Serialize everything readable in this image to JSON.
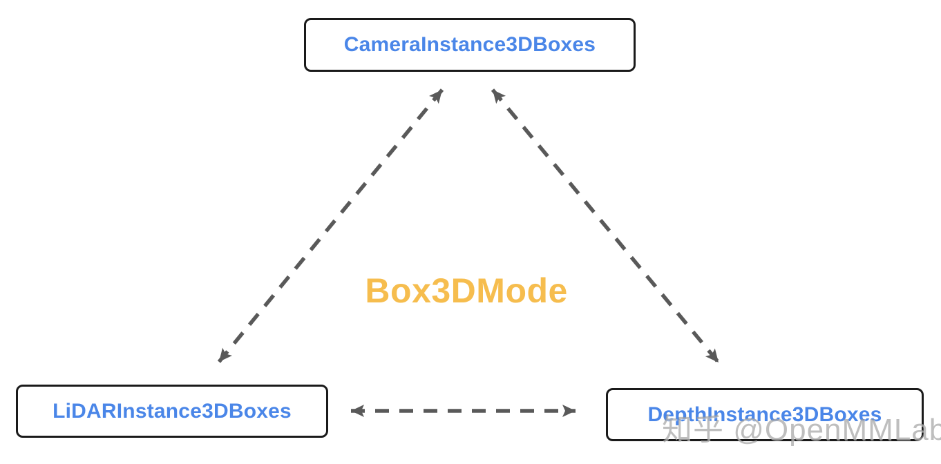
{
  "diagram": {
    "title": "Box3DMode",
    "nodes": [
      {
        "id": "camera",
        "label": "CameraInstance3DBoxes"
      },
      {
        "id": "lidar",
        "label": "LiDARInstance3DBoxes"
      },
      {
        "id": "depth",
        "label": "DepthInstance3DBoxes"
      }
    ],
    "edges": [
      {
        "from": "lidar",
        "to": "camera",
        "bidirectional": true,
        "style": "dashed"
      },
      {
        "from": "camera",
        "to": "depth",
        "bidirectional": true,
        "style": "dashed"
      },
      {
        "from": "lidar",
        "to": "depth",
        "bidirectional": true,
        "style": "dashed"
      }
    ],
    "colors": {
      "background": "#ffffff",
      "node_label": "#4a86e8",
      "node_border": "#1a1a1a",
      "title": "#f6bd4e",
      "arrow": "#595959"
    },
    "watermark": "知乎 @OpenMMLab"
  }
}
